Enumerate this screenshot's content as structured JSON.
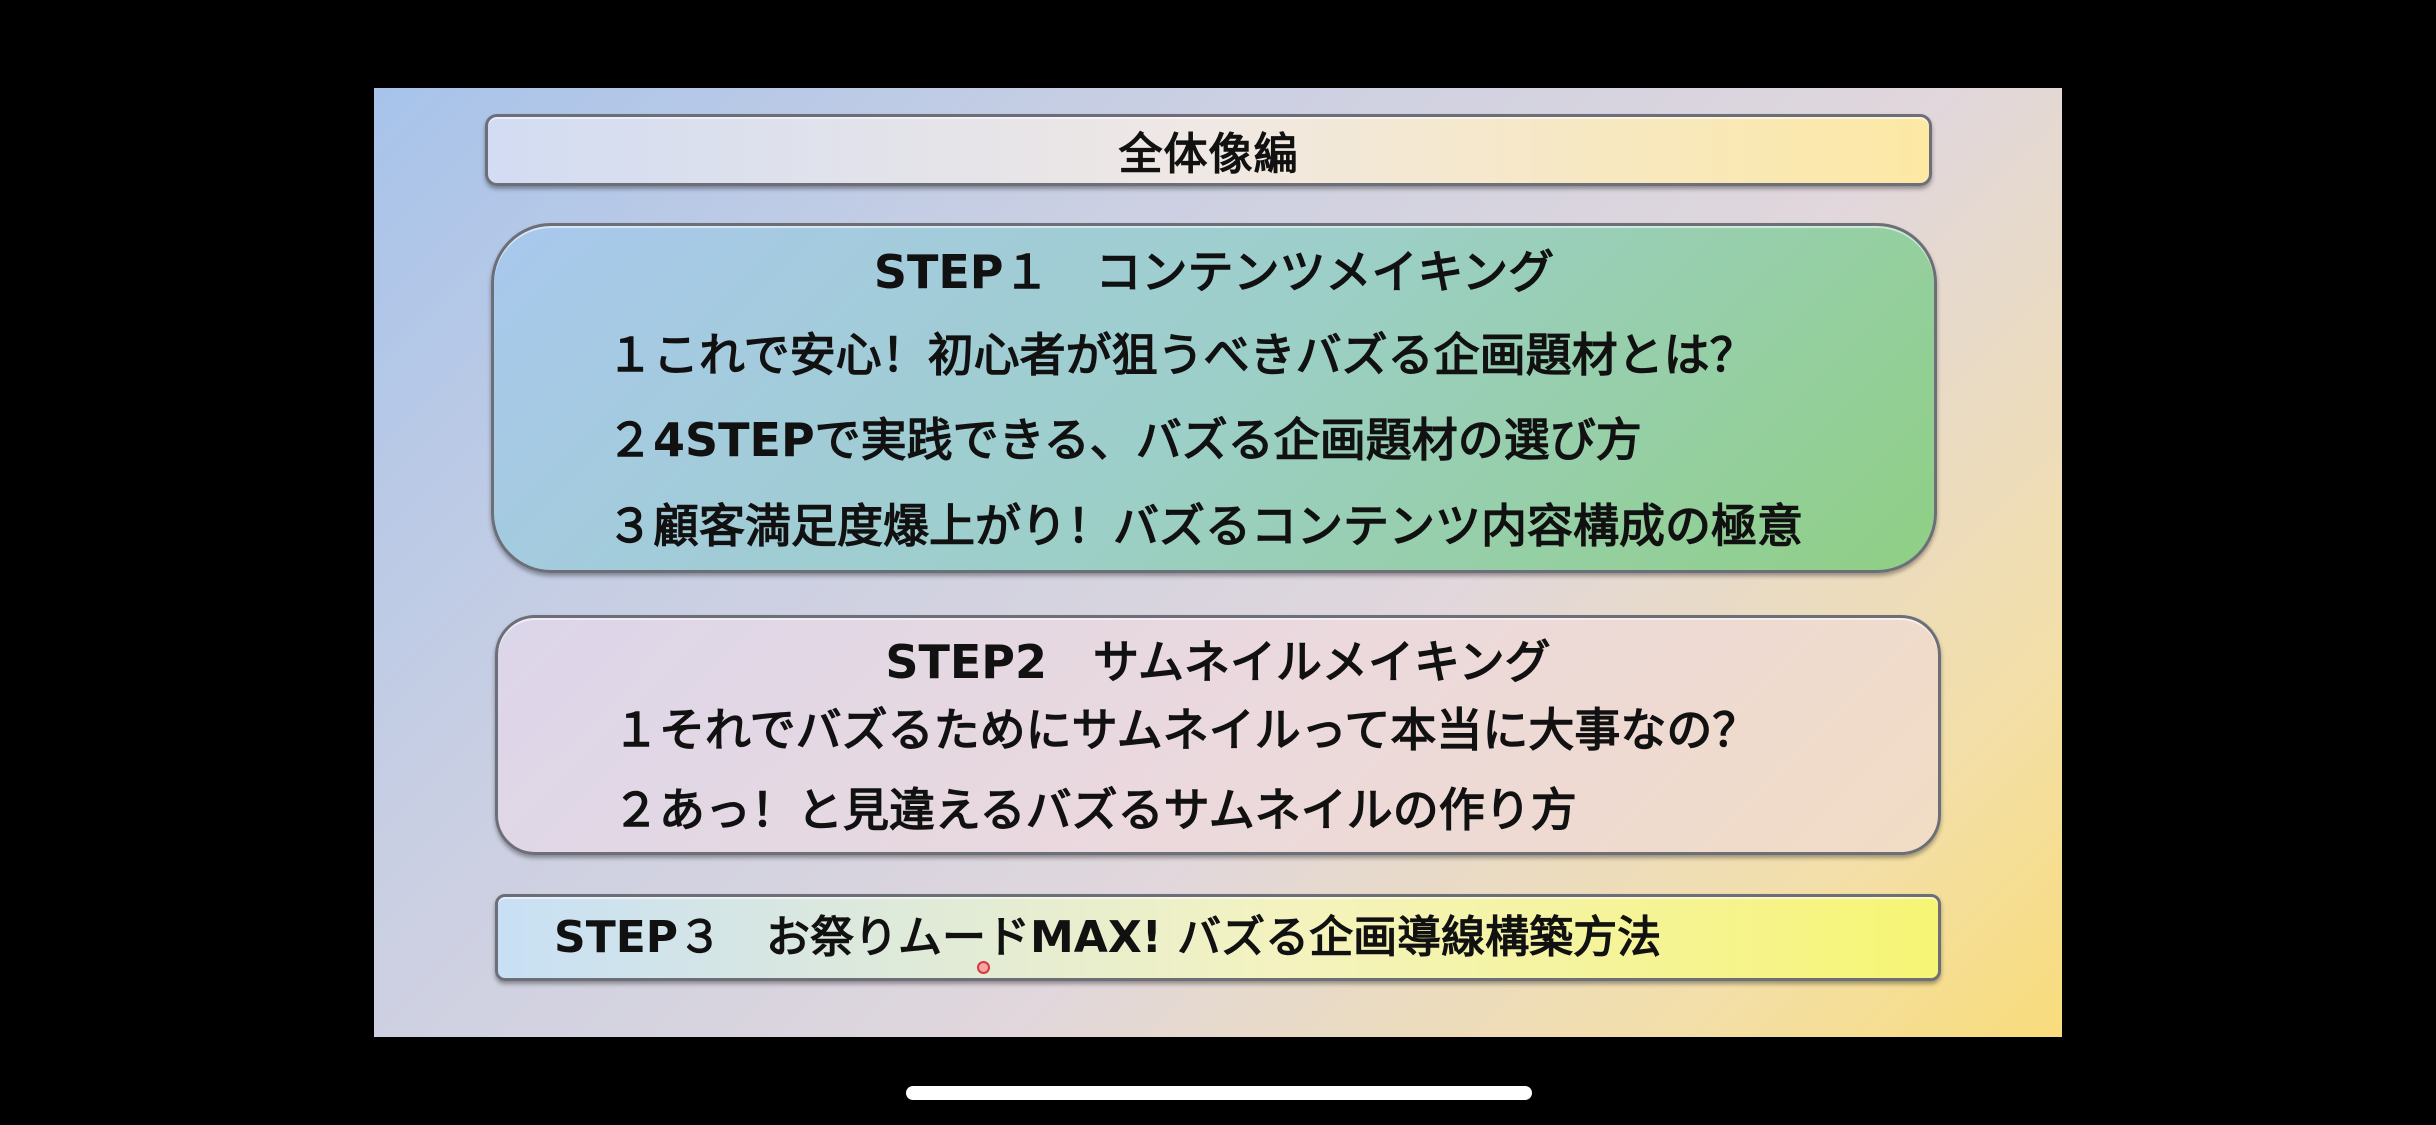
{
  "slide": {
    "title": "全体像編",
    "step1": {
      "heading": "STEP１　コンテンツメイキング",
      "items": [
        "１これで安心！初心者が狙うべきバズる企画題材とは？",
        "２4STEPで実践できる、バズる企画題材の選び方",
        "３顧客満足度爆上がり！バズるコンテンツ内容構成の極意"
      ]
    },
    "step2": {
      "heading": "STEP2　サムネイルメイキング",
      "items": [
        "１それでバズるためにサムネイルって本当に大事なの？",
        "２あっ！と見違えるバズるサムネイルの作り方"
      ]
    },
    "step3": {
      "text": "STEP３　お祭りムードMAX! バズる企画導線構築方法"
    }
  },
  "colors": {
    "frame_background": "#000000",
    "text": "#111111",
    "step1_fill": "#9ccfc8",
    "step2_fill": "#ecd9dc",
    "step3_fill": "#f4f3bf",
    "cursor": "#d63a3a",
    "home_indicator": "#ffffff"
  },
  "icons": {
    "cursor": "cursor-dot-icon"
  }
}
